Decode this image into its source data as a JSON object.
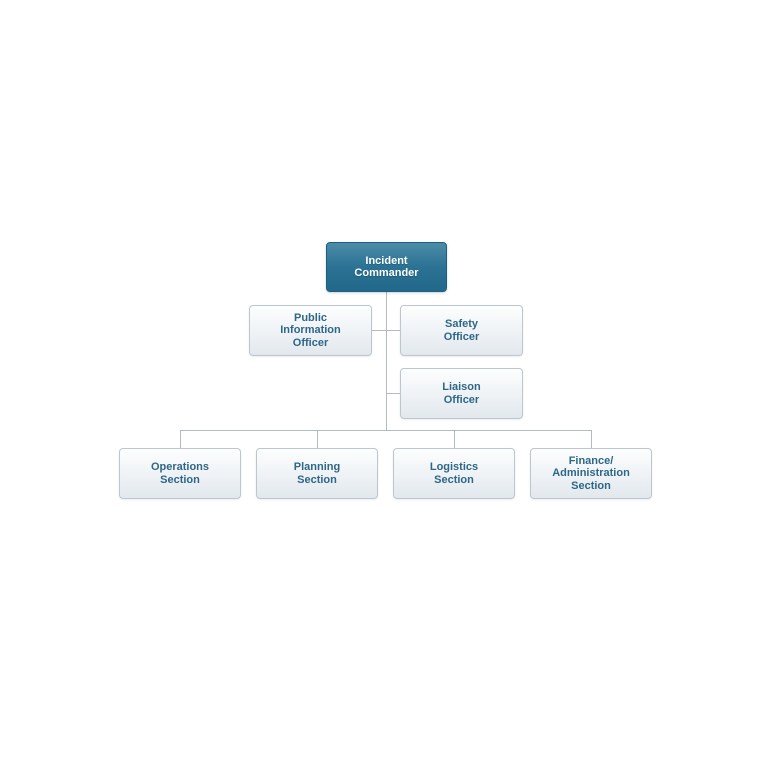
{
  "diagram_type": "org-chart",
  "org": {
    "commander": {
      "label": "Incident\nCommander"
    },
    "officers": [
      {
        "label": "Public\nInformation\nOfficer"
      },
      {
        "label": "Safety\nOfficer"
      },
      {
        "label": "Liaison\nOfficer"
      }
    ],
    "sections": [
      {
        "label": "Operations\nSection"
      },
      {
        "label": "Planning\nSection"
      },
      {
        "label": "Logistics\nSection"
      },
      {
        "label": "Finance/\nAdministration\nSection"
      }
    ]
  },
  "colors": {
    "background": "#ffffff",
    "commander_fill_top": "#4b8ca8",
    "commander_fill_bottom": "#21688a",
    "commander_border": "#1e5f7e",
    "commander_text": "#ffffff",
    "node_fill_top": "#fdfefe",
    "node_fill_bottom": "#e2e8ed",
    "node_border": "#bdc6cd",
    "node_text": "#2e6787",
    "connector_line": "#b3bac0"
  }
}
